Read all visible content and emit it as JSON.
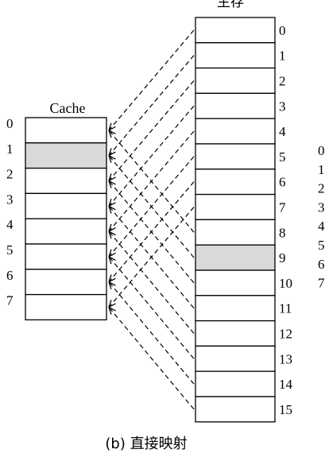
{
  "main_memory": {
    "title": "主存",
    "block_labels": [
      "0",
      "1",
      "2",
      "3",
      "4",
      "5",
      "6",
      "7",
      "8",
      "9",
      "10",
      "11",
      "12",
      "13",
      "14",
      "15"
    ],
    "highlighted_block": 9
  },
  "cache": {
    "title": "Cache",
    "line_labels": [
      "0",
      "1",
      "2",
      "3",
      "4",
      "5",
      "6",
      "7"
    ],
    "highlighted_line": 1
  },
  "right_partial_labels": [
    "0",
    "1",
    "2",
    "3",
    "4",
    "5",
    "6",
    "7"
  ],
  "caption": "(b) 直接映射",
  "colors": {
    "highlight": "#d9d9d9",
    "stroke": "#000000",
    "text": "#000000"
  }
}
